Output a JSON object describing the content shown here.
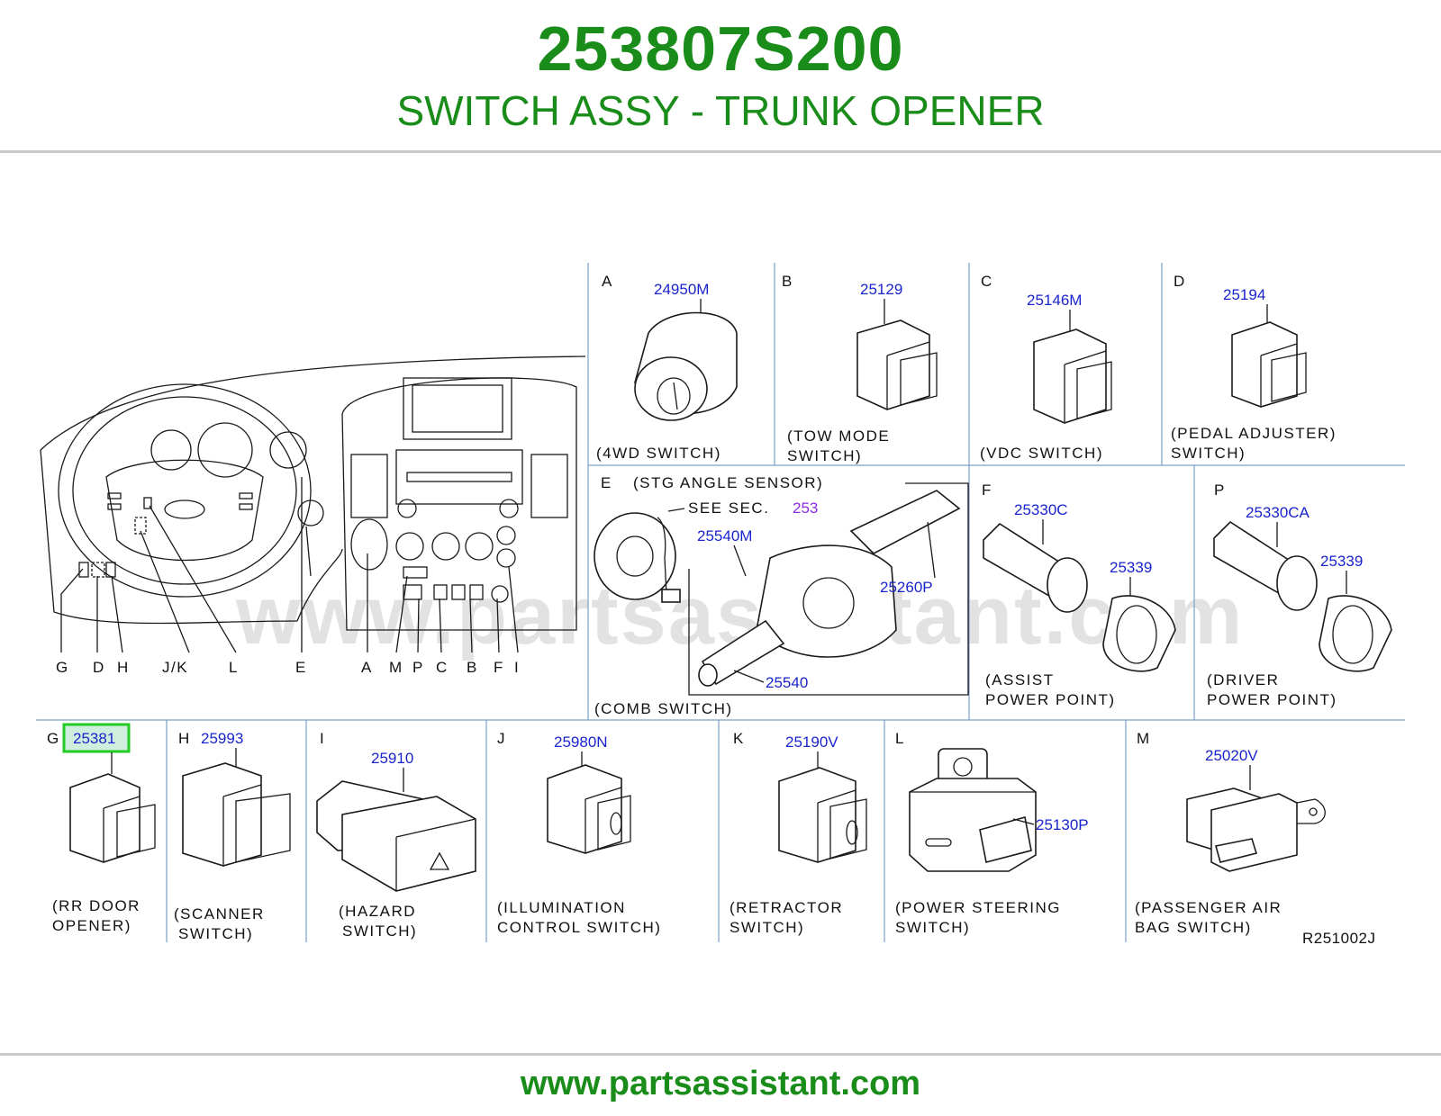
{
  "header": {
    "part_number": "253807S200",
    "part_title": "SWITCH ASSY - TRUNK OPENER"
  },
  "footer": {
    "url": "www.partsassistant.com"
  },
  "watermark": "www.partsassistant.com",
  "colors": {
    "brand_green": "#1a8c1a",
    "part_blue": "#1a24cc",
    "highlight": "#22cc22",
    "link_purple": "#8a2be2"
  },
  "diagram": {
    "dashboard_letters": [
      "G",
      "D",
      "H",
      "J/K",
      "L",
      "E",
      "A",
      "M",
      "P",
      "C",
      "B",
      "F",
      "I"
    ],
    "panels": {
      "A": {
        "letter": "A",
        "part": "24950M",
        "caption": [
          "(4WD  SWITCH)"
        ]
      },
      "B": {
        "letter": "B",
        "part": "25129",
        "caption": [
          "(TOW  MODE",
          "SWITCH)"
        ]
      },
      "C": {
        "letter": "C",
        "part": "25146M",
        "caption": [
          "(VDC  SWITCH)"
        ]
      },
      "D": {
        "letter": "D",
        "part": "25194",
        "caption": [
          "(PEDAL  ADJUSTER)",
          "SWITCH)"
        ]
      },
      "E": {
        "letter": "E",
        "note": "(STG  ANGLE  SENSOR)",
        "see_sec": "SEE  SEC.",
        "sec_number": "253",
        "parts": [
          "25540M",
          "25260P",
          "25540"
        ],
        "caption": [
          "(COMB  SWITCH)"
        ]
      },
      "F": {
        "letter": "F",
        "parts": [
          "25330C",
          "25339"
        ],
        "caption": [
          "(ASSIST",
          "POWER  POINT)"
        ]
      },
      "P": {
        "letter": "P",
        "parts": [
          "25330CA",
          "25339"
        ],
        "caption": [
          "(DRIVER",
          "POWER  POINT)"
        ]
      },
      "G": {
        "letter": "G",
        "part": "25381",
        "highlighted": true,
        "caption": [
          "(RR  DOOR",
          "OPENER)"
        ]
      },
      "H": {
        "letter": "H",
        "part": "25993",
        "caption": [
          "(SCANNER",
          "SWITCH)"
        ]
      },
      "I": {
        "letter": "I",
        "part": "25910",
        "caption": [
          "(HAZARD",
          "SWITCH)"
        ]
      },
      "J": {
        "letter": "J",
        "part": "25980N",
        "caption": [
          "(ILLUMINATION",
          "CONTROL  SWITCH)"
        ]
      },
      "K": {
        "letter": "K",
        "part": "25190V",
        "caption": [
          "(RETRACTOR",
          "SWITCH)"
        ]
      },
      "L": {
        "letter": "L",
        "parts": [
          "25130P"
        ],
        "caption": [
          "(POWER  STEERING",
          "SWITCH)"
        ]
      },
      "M": {
        "letter": "M",
        "part": "25020V",
        "caption": [
          "(PASSENGER  AIR",
          "BAG  SWITCH)"
        ]
      }
    },
    "drawing_ref": "R251002J"
  }
}
